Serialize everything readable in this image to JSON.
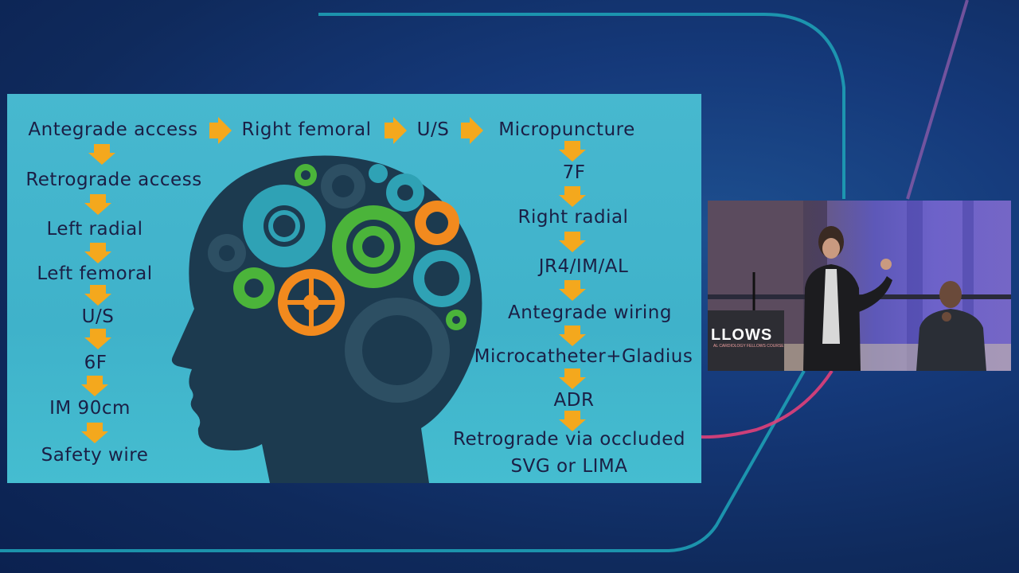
{
  "slide": {
    "left_column": [
      "Antegrade access",
      "Retrograde access",
      "Left radial",
      "Left femoral",
      "U/S",
      "6F",
      "IM 90cm",
      "Safety wire"
    ],
    "top_row": [
      "Right femoral",
      "U/S",
      "Micropuncture"
    ],
    "right_column": [
      "7F",
      "Right radial",
      "JR4/IM/AL",
      "Antegrade wiring",
      "Microcatheter+Gladius",
      "ADR",
      "Retrograde via occluded",
      "SVG or LIMA"
    ],
    "arrow_color": "#f4a81d",
    "text_color": "#1b1f45",
    "background_color": "#43b6cd"
  },
  "video": {
    "sign_text": "LLOWS",
    "sign_subtext": "AL CARDIOLOGY FELLOWS COURSE"
  }
}
